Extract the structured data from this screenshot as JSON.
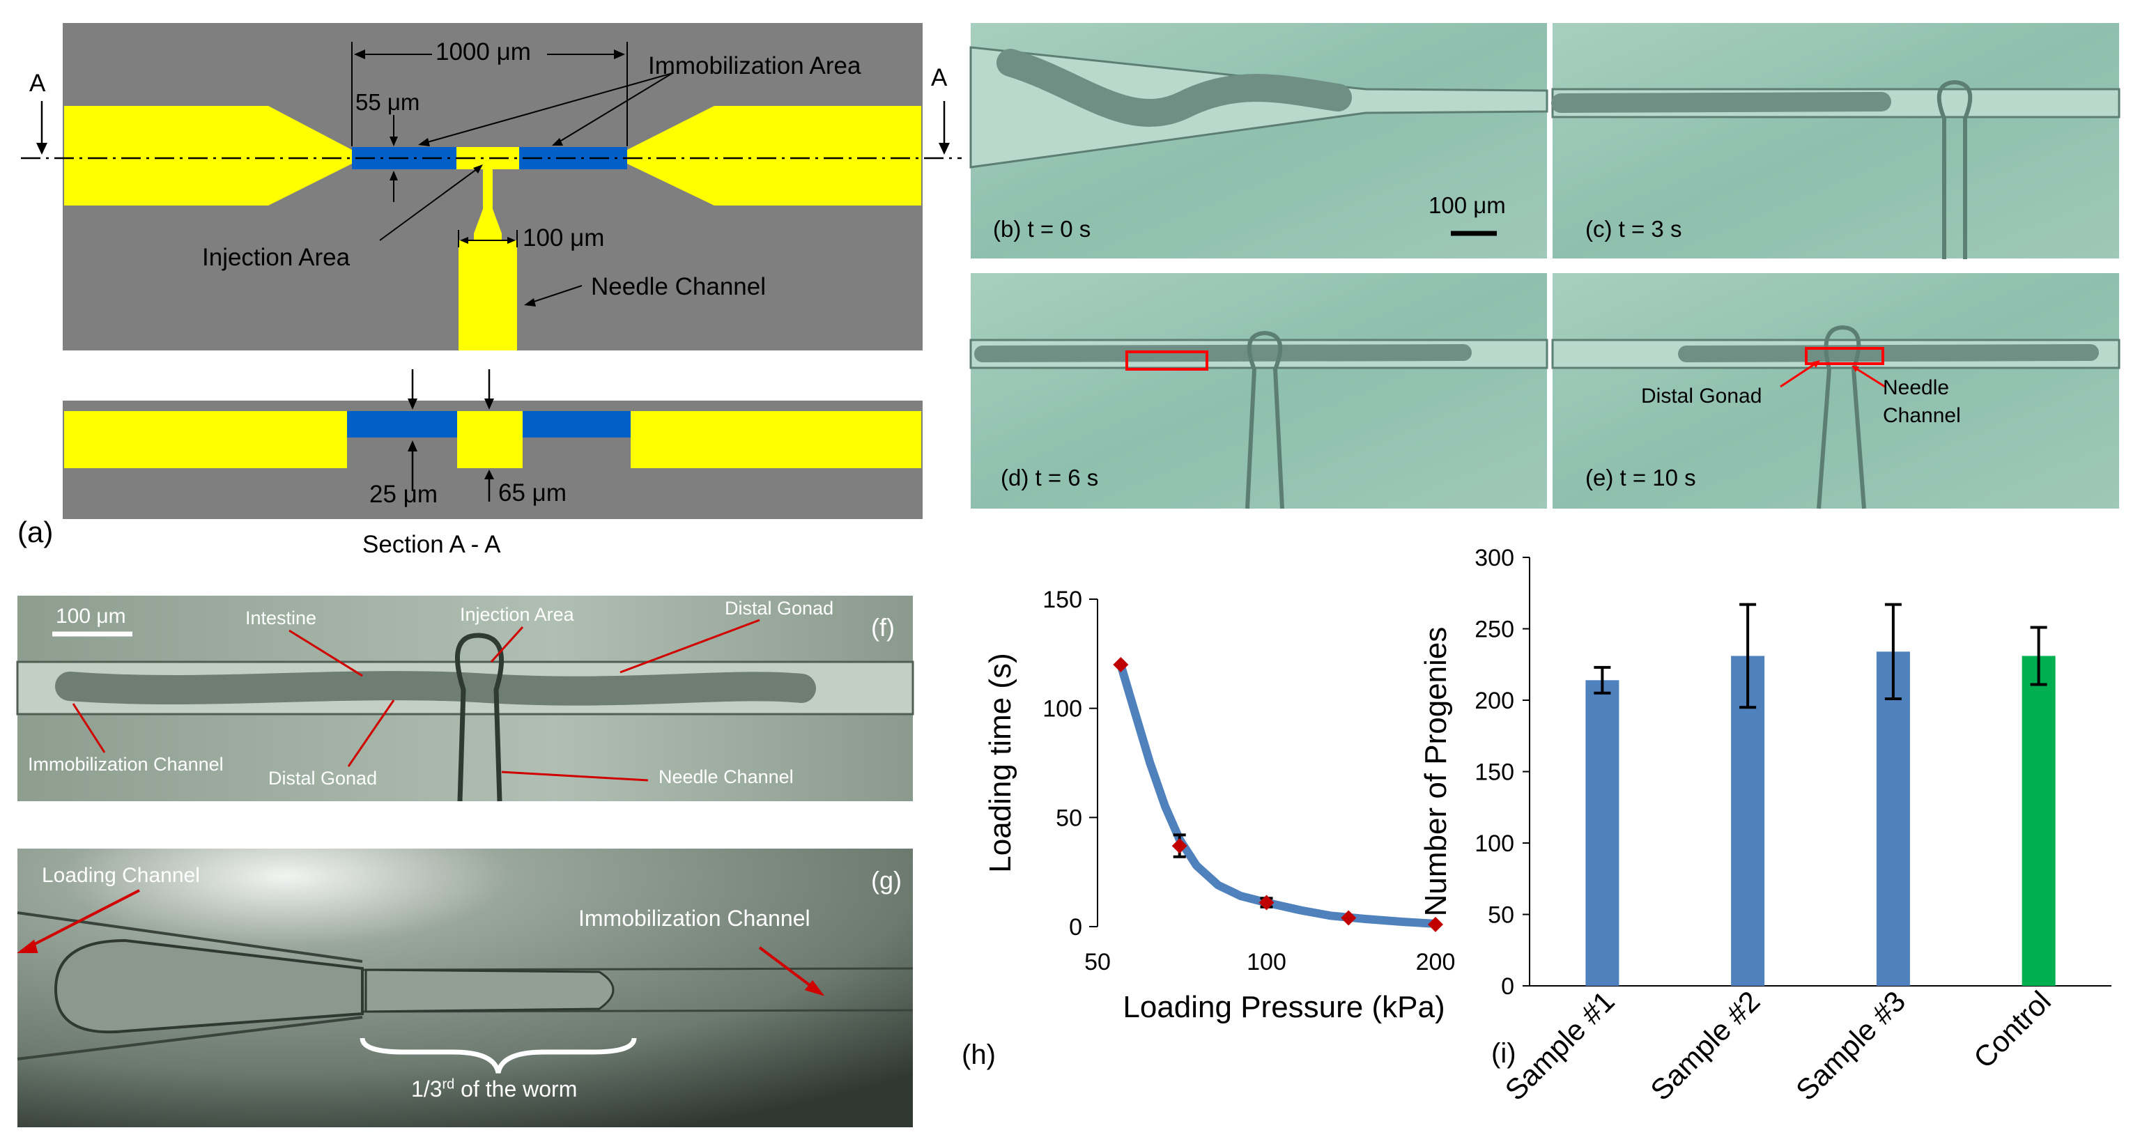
{
  "panel_a": {
    "label": "(a)",
    "dim_1000": "1000 μm",
    "dim_55": "55 μm",
    "dim_100": "100 μm",
    "dim_25": "25 μm",
    "dim_65": "65 μm",
    "immobilization_area": "Immobilization Area",
    "injection_area": "Injection Area",
    "needle_channel": "Needle Channel",
    "section_marker": "A",
    "section_caption": "Section A - A",
    "colors": {
      "die": "#7f7f7f",
      "channel": "#ffff00",
      "immob": "#0060c8"
    }
  },
  "panel_b": {
    "label": "(b) t = 0 s",
    "scale": "100 μm"
  },
  "panel_c": {
    "label": "(c) t = 3 s"
  },
  "panel_d": {
    "label": "(d) t = 6 s"
  },
  "panel_e": {
    "label": "(e) t = 10 s",
    "distal_gonad": "Distal Gonad",
    "needle_channel_1": "Needle",
    "needle_channel_2": "Channel"
  },
  "panel_f": {
    "label": "(f)",
    "scale": "100 μm",
    "intestine": "Intestine",
    "injection_area": "Injection Area",
    "distal_gonad_top": "Distal Gonad",
    "immobilization_channel": "Immobilization Channel",
    "distal_gonad_bottom": "Distal Gonad",
    "needle_channel": "Needle Channel"
  },
  "panel_g": {
    "label": "(g)",
    "loading_channel": "Loading Channel",
    "immobilization_channel": "Immobilization Channel",
    "worm_fraction": "1/3",
    "worm_fraction_sup": "rd",
    "worm_fraction_rest": " of the worm"
  },
  "chart_data": [
    {
      "id": "h",
      "panel_label": "(h)",
      "type": "line",
      "xlabel": "Loading Pressure (kPa)",
      "ylabel": "Loading time (s)",
      "x_scale": "log",
      "xlim": [
        50,
        200
      ],
      "ylim": [
        0,
        150
      ],
      "x_ticks": [
        50,
        100,
        200
      ],
      "y_ticks": [
        0,
        50,
        100,
        150
      ],
      "points": [
        {
          "x": 55,
          "y": 120,
          "err": 0
        },
        {
          "x": 70,
          "y": 37,
          "err": 5
        },
        {
          "x": 100,
          "y": 11,
          "err": 2
        },
        {
          "x": 140,
          "y": 4,
          "err": 0
        },
        {
          "x": 200,
          "y": 1,
          "err": 0
        }
      ],
      "curve": [
        [
          55,
          120
        ],
        [
          58,
          100
        ],
        [
          62,
          75
        ],
        [
          66,
          55
        ],
        [
          70,
          40
        ],
        [
          75,
          28
        ],
        [
          82,
          19
        ],
        [
          90,
          14
        ],
        [
          100,
          11
        ],
        [
          115,
          7.5
        ],
        [
          130,
          5
        ],
        [
          150,
          3.5
        ],
        [
          175,
          2.2
        ],
        [
          200,
          1.3
        ]
      ],
      "colors": {
        "curve": "#4f81bd",
        "marker": "#c00000"
      }
    },
    {
      "id": "i",
      "panel_label": "(i)",
      "type": "bar",
      "ylabel": "Number of Progenies",
      "categories": [
        "Sample #1",
        "Sample #2",
        "Sample #3",
        "Control"
      ],
      "values": [
        214,
        231,
        234,
        231
      ],
      "errors": [
        9,
        36,
        33,
        20
      ],
      "ylim": [
        0,
        300
      ],
      "y_ticks": [
        0,
        50,
        100,
        150,
        200,
        250,
        300
      ],
      "colors": {
        "bars": [
          "#4f81bd",
          "#4f81bd",
          "#4f81bd",
          "#00b050"
        ]
      }
    }
  ]
}
